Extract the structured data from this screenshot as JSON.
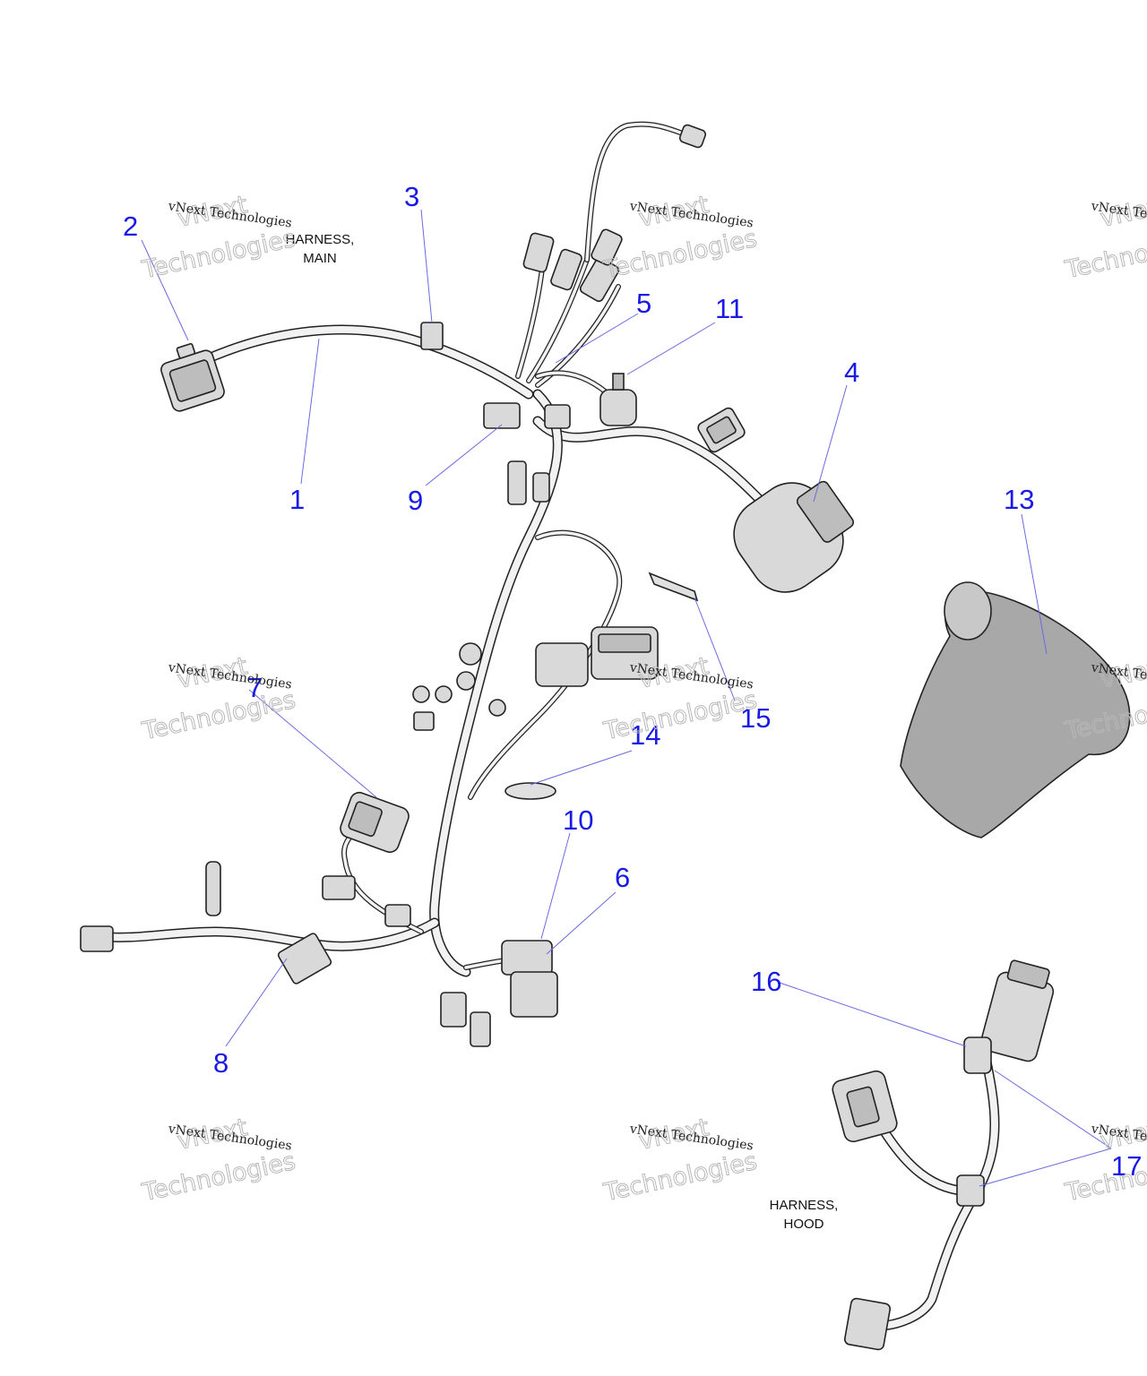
{
  "labels": {
    "harness_main": [
      "HARNESS,",
      "MAIN"
    ],
    "harness_hood": [
      "HARNESS,",
      "HOOD"
    ]
  },
  "watermark": {
    "line1": "vNext Technologies",
    "line2": "vNext",
    "line3": "Technologies"
  },
  "callouts": [
    "1",
    "2",
    "3",
    "4",
    "5",
    "6",
    "7",
    "8",
    "9",
    "10",
    "11",
    "13",
    "14",
    "15",
    "16",
    "17"
  ],
  "colors": {
    "callout": "#1a1ae6",
    "leader": "#6a6ae0",
    "line_art": "#222222"
  }
}
